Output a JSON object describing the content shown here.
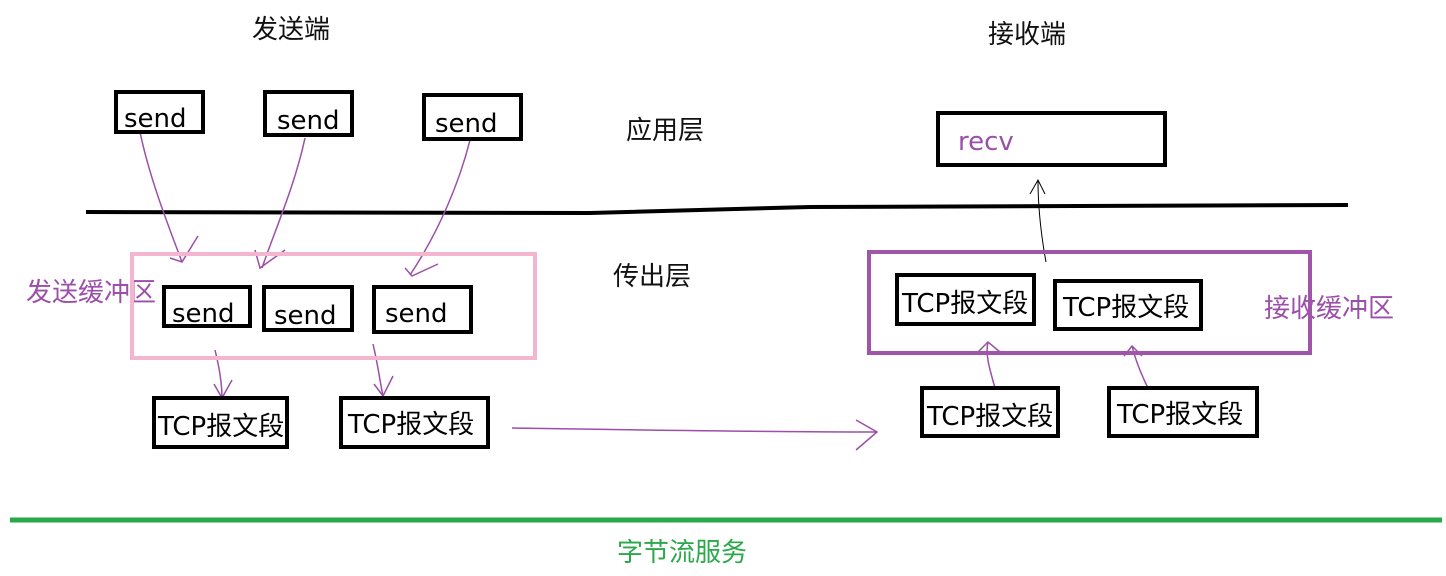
{
  "labels": {
    "sender": "发送端",
    "receiver": "接收端",
    "app_layer": "应用层",
    "transport_layer": "传出层",
    "send_buffer": "发送缓冲区",
    "recv_buffer": "接收缓冲区",
    "byte_stream": "字节流服务"
  },
  "app_sends": [
    "send",
    "send",
    "send"
  ],
  "recv_call": "recv",
  "buffer_sends": [
    "send",
    "send",
    "send"
  ],
  "send_segments": [
    "TCP报文段",
    "TCP报文段"
  ],
  "recv_buffer_segments": [
    "TCP报文段",
    "TCP报文段"
  ],
  "incoming_segments": [
    "TCP报文段",
    "TCP报文段"
  ],
  "colors": {
    "send_buffer_border": "#f4b6cf",
    "recv_buffer_border": "#a055a8",
    "arrow": "#9b4fa8",
    "byte_stream_line": "#2aa84a",
    "byte_stream_text": "#2aa84a",
    "buffer_label": "#9b4fa8"
  }
}
